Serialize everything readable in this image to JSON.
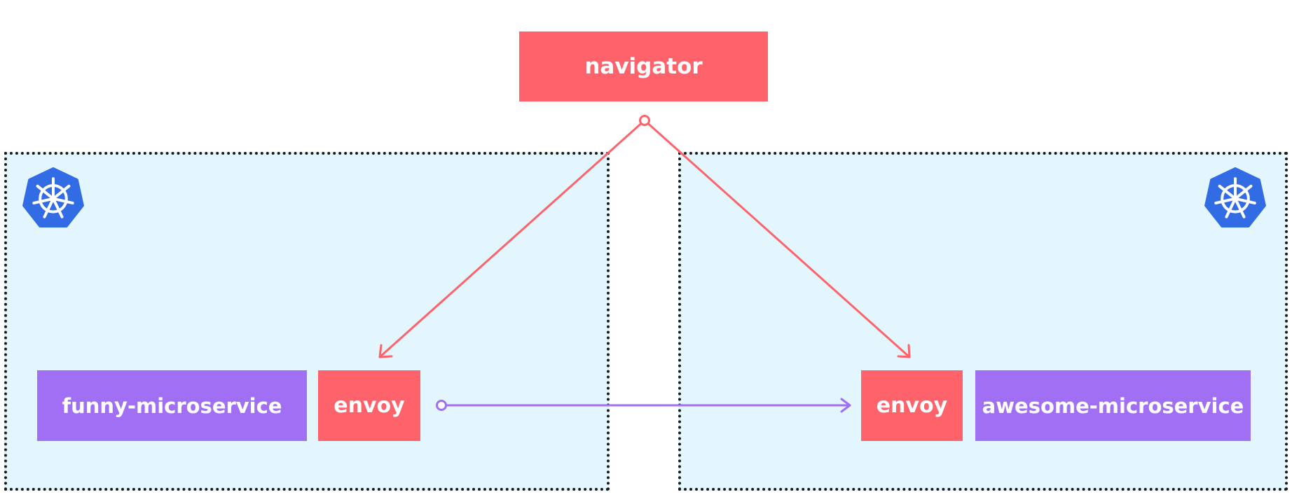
{
  "diagram": {
    "navigator": {
      "label": "navigator"
    },
    "left_cluster": {
      "icon": "kubernetes-icon",
      "service_label": "funny-microservice",
      "proxy_label": "envoy"
    },
    "right_cluster": {
      "icon": "kubernetes-icon",
      "service_label": "awesome-microservice",
      "proxy_label": "envoy"
    },
    "colors": {
      "control_plane": "#fe626b",
      "service": "#a06ff3",
      "cluster_background": "#e3f6fd",
      "kubernetes": "#326ce5",
      "control_arrow": "#fe626b",
      "data_arrow": "#a06ff3"
    }
  }
}
